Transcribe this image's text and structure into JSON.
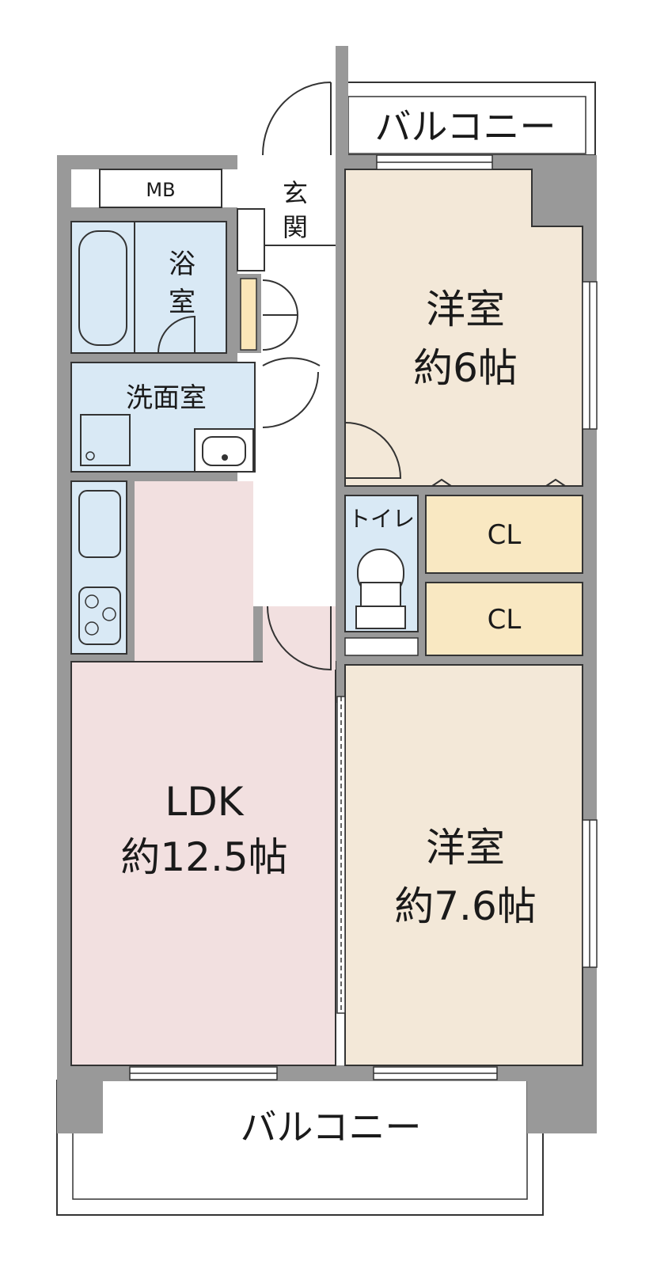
{
  "balconies": {
    "top": "バルコニー",
    "bottom": "バルコニー"
  },
  "rooms": {
    "mb": "MB",
    "entrance": [
      "玄",
      "関"
    ],
    "bath": [
      "浴",
      "室"
    ],
    "washroom": "洗面室",
    "toilet": "トイレ",
    "closet_upper": "CL",
    "closet_lower": "CL",
    "bedroom_upper": {
      "name": "洋室",
      "size": "約6帖"
    },
    "bedroom_lower": {
      "name": "洋室",
      "size": "約7.6帖"
    },
    "ldk": {
      "name": "LDK",
      "size": "約12.5帖"
    }
  },
  "colors": {
    "wall": "#999999",
    "bedroom_floor": "#f3e8d8",
    "ldk_floor": "#f2e0e0",
    "wet_area": "#d9e9f5",
    "closet_floor": "#f9e8c2",
    "shoe_shelf": "#fbe6b8"
  }
}
